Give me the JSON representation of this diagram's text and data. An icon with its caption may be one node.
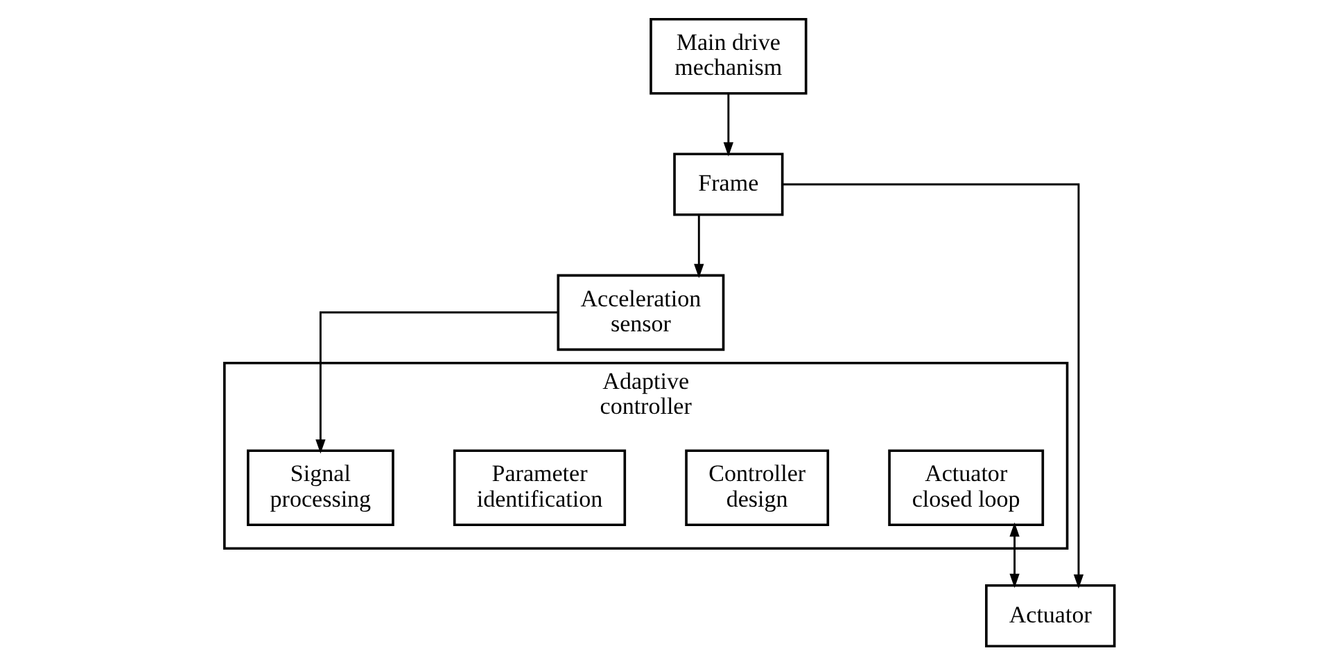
{
  "diagram": {
    "nodes": [
      {
        "text": [
          "Main drive mechanism"
        ]
      },
      {
        "text": [
          "Frame"
        ]
      },
      {
        "text": [
          "Acceleration sensor"
        ]
      },
      {
        "text": [
          "Actuator"
        ]
      },
      {
        "text": [
          "Adaptive controller"
        ]
      },
      {
        "text": [
          "Signal processing"
        ],
        "in": 4
      },
      {
        "text": [
          "Parameter identification"
        ],
        "in": 4
      },
      {
        "text": [
          "Controller design"
        ],
        "in": 4
      },
      {
        "text": [
          "Actuator closed loop"
        ],
        "in": 4
      }
    ],
    "edges": [
      {
        "from": 0,
        "to": 1,
        "arrow": "to"
      },
      {
        "from": 1,
        "to": 2,
        "arrow": "to"
      },
      {
        "from": 1,
        "to": 3,
        "arrow": "to"
      },
      {
        "from": 2,
        "to": 5,
        "arrow": "to"
      },
      {
        "from": 8,
        "to": 3,
        "arrow": "both"
      }
    ]
  }
}
